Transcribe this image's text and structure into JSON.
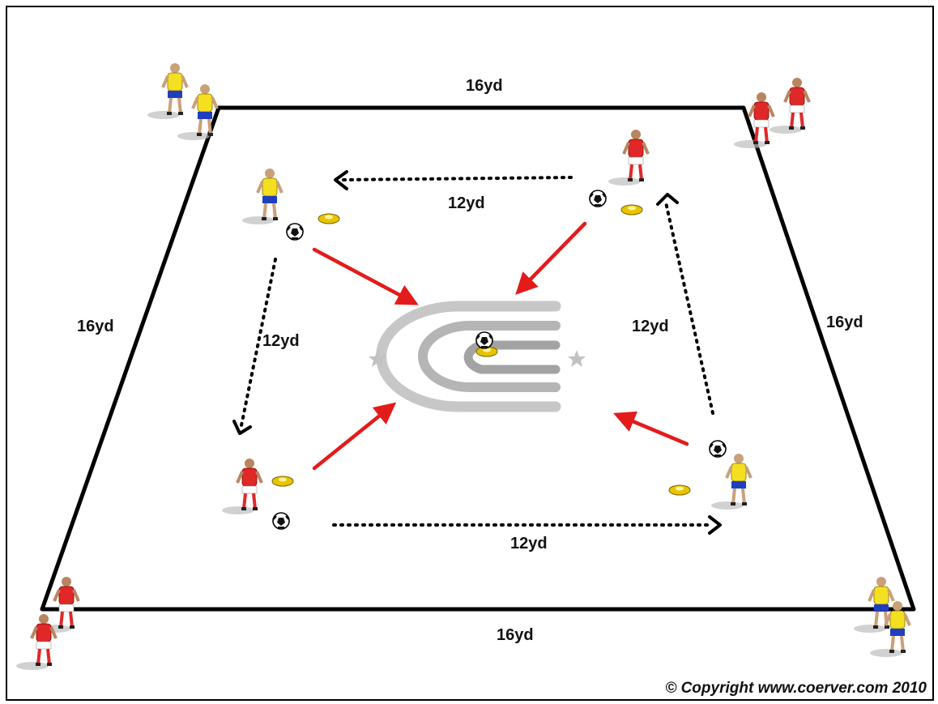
{
  "field": {
    "top_width": "16yd",
    "bottom_width": "16yd",
    "left_side": "16yd",
    "right_side": "16yd"
  },
  "square": {
    "top": "12yd",
    "left": "12yd",
    "right": "12yd",
    "bottom": "12yd"
  },
  "copyright": "© Copyright www.coerver.com 2010",
  "colors": {
    "team_yellow": "#f5e020",
    "team_yellow_shorts": "#1f3fbf",
    "team_red": "#e02828",
    "team_red_shorts": "#ffffff",
    "pass_arrow": "#e41b1b",
    "field_line": "#000000",
    "logo_grey": "#b5b5b5"
  }
}
